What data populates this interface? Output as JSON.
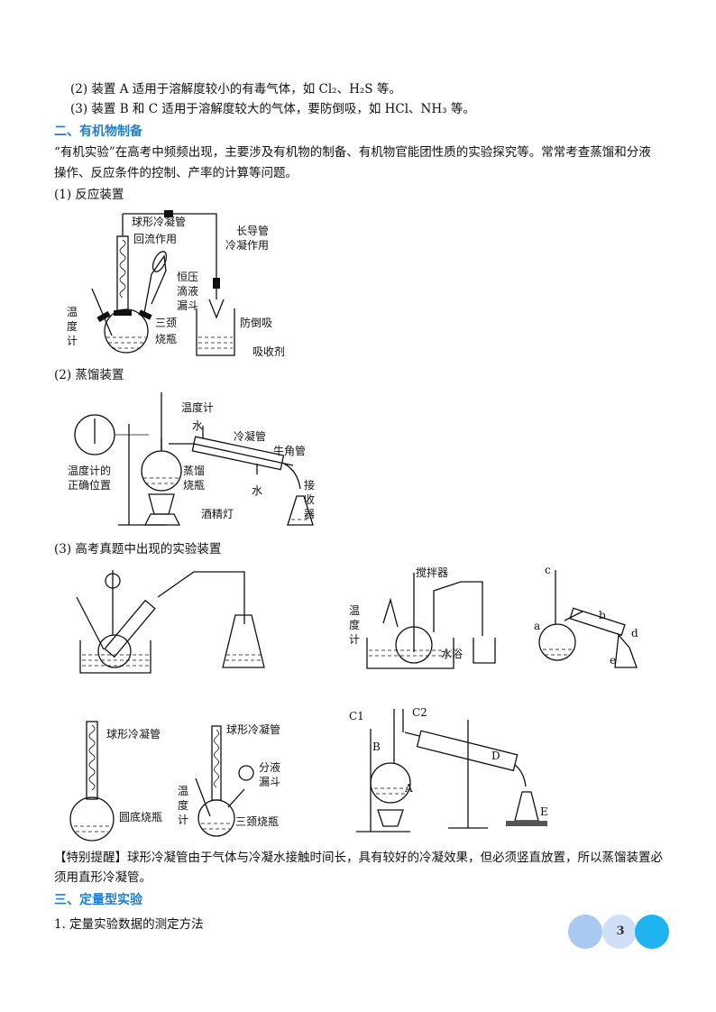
{
  "text": {
    "l1": "(2) 装置 A 适用于溶解度较小的有毒气体，如 Cl₂、H₂S 等。",
    "l2": "(3) 装置 B 和 C 适用于溶解度较大的气体，要防倒吸，如 HCl、NH₃ 等。",
    "h2": "二、有机物制备",
    "p1": "“有机实验”在高考中频频出现，主要涉及有机物的制备、有机物官能团性质的实验探究等。常常考查蒸馏和分液",
    "p1b": "操作、反应条件的控制、产率的计算等问题。",
    "s1": "(1) 反应装置",
    "s2": "(2) 蒸馏装置",
    "s3": "(3) 高考真题中出现的实验装置",
    "tip1": "【特别提醒】球形冷凝管由于气体与冷凝水接触时间长，具有较好的冷凝效果，但必须竖直放置，所以蒸馏装置必",
    "tip2": "须用直形冷凝管。",
    "h3": "三、定量型实验",
    "q1": "1.  定量实验数据的测定方法"
  },
  "fig1": {
    "condenser": "球形冷凝管",
    "reflux": "回流作用",
    "long_tube": "长导管",
    "cooling": "冷凝作用",
    "funnel1": "恒压",
    "funnel2": "滴液",
    "funnel3": "漏斗",
    "thermo1": "温",
    "thermo2": "度",
    "thermo3": "计",
    "flask1": "三颈",
    "flask2": "烧瓶",
    "anti": "防倒吸",
    "absorb": "吸收剂"
  },
  "fig2": {
    "thermometer": "温度计",
    "water_out": "水",
    "condenser": "冷凝管",
    "adapter": "牛角管",
    "correct1": "温度计的",
    "correct2": "正确位置",
    "flask1": "蒸馏",
    "flask2": "烧瓶",
    "water_in": "水",
    "recv1": "接",
    "recv2": "收",
    "recv3": "器",
    "lamp": "酒精灯"
  },
  "fig4": {
    "stirrer": "搅拌器",
    "t1": "温",
    "t2": "度",
    "t3": "计",
    "bath": "水浴"
  },
  "fig5": {
    "a": "a",
    "b": "b",
    "c": "c",
    "d": "d",
    "e": "e"
  },
  "fig6": {
    "condenser": "球形冷凝管",
    "flask": "圆底烧瓶"
  },
  "fig7": {
    "condenser": "球形冷凝管",
    "f1": "分液",
    "f2": "漏斗",
    "t1": "温",
    "t2": "度",
    "t3": "计",
    "flask": "三颈烧瓶"
  },
  "fig8": {
    "c1": "C1",
    "c2": "C2",
    "a": "A",
    "b": "B",
    "d": "D",
    "e": "E"
  },
  "page": {
    "number": "3",
    "colors": {
      "circle_left": "#a9c9f2",
      "circle_right": "#1fb3f0",
      "heading": "#1a7fd6"
    }
  }
}
